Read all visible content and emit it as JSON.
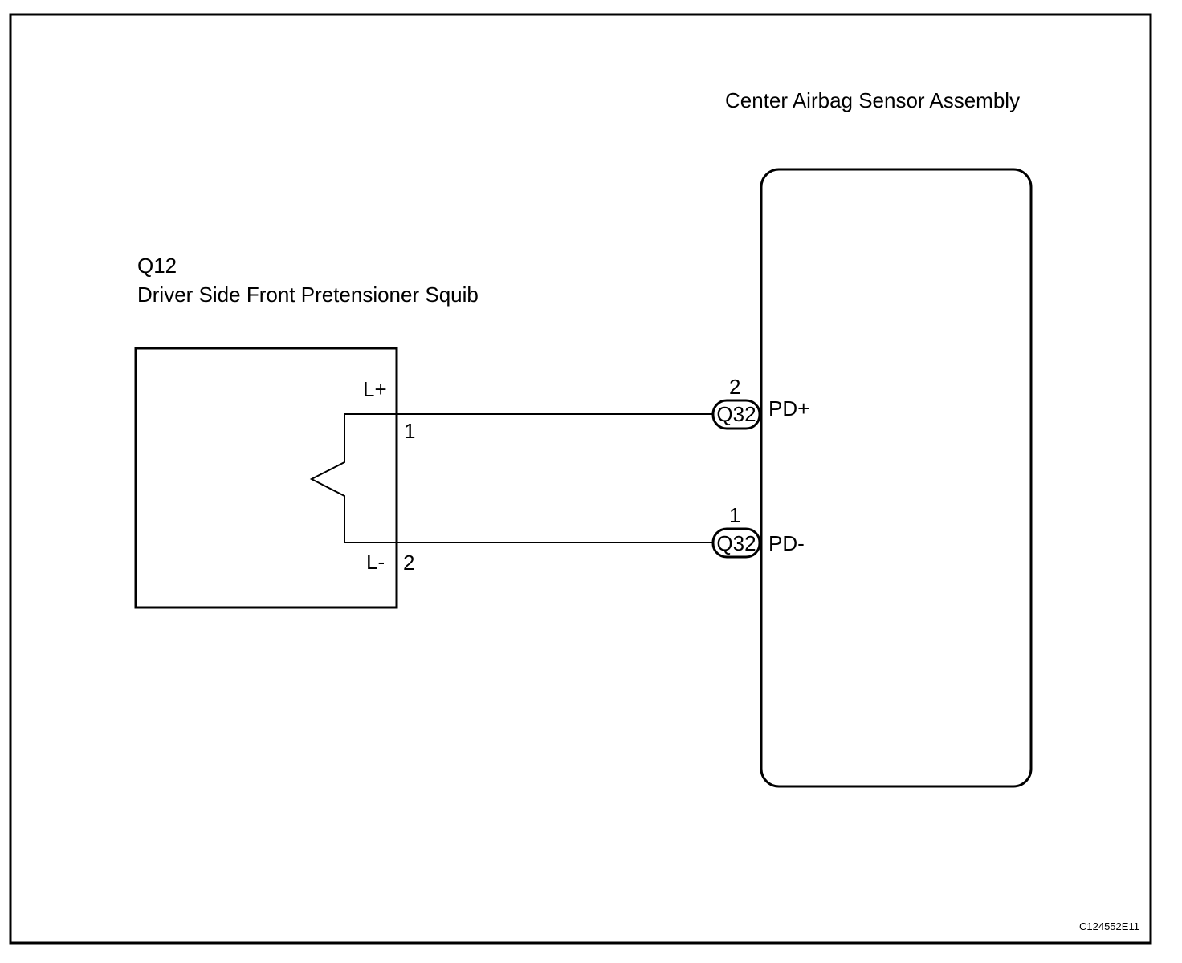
{
  "sensor": {
    "title": "Center Airbag Sensor Assembly"
  },
  "squib": {
    "code": "Q12",
    "name": "Driver Side Front Pretensioner Squib",
    "pin_plus_label": "L+",
    "pin_plus_number": "1",
    "pin_minus_label": "L-",
    "pin_minus_number": "2"
  },
  "connectors": [
    {
      "pin": "2",
      "code": "Q32",
      "signal": "PD+"
    },
    {
      "pin": "1",
      "code": "Q32",
      "signal": "PD-"
    }
  ],
  "figure_id": "C124552E11"
}
